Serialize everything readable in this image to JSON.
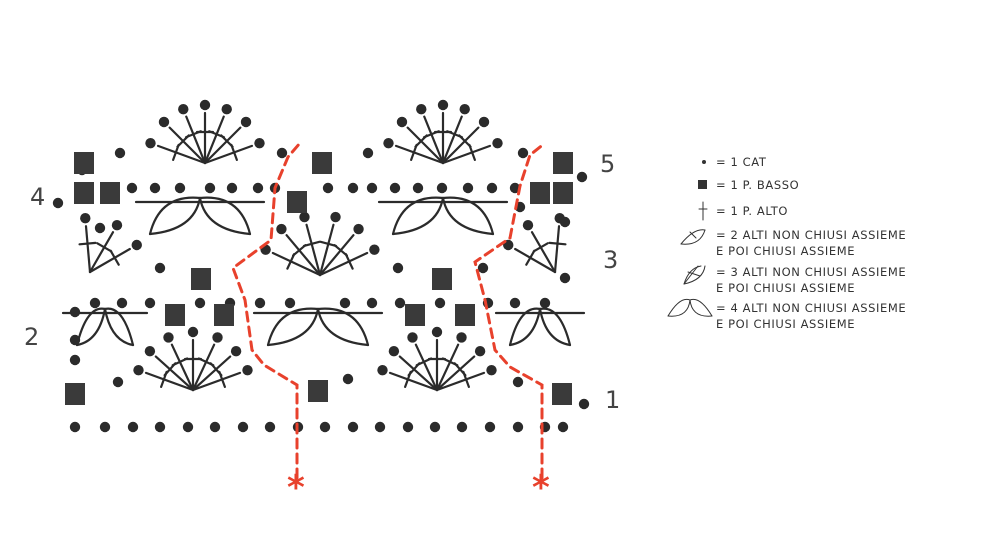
{
  "row_labels": {
    "r1": "1",
    "r2": "2",
    "r3": "3",
    "r4": "4",
    "r5": "5"
  },
  "start_marker": "*",
  "legend": {
    "cat": "= 1 CAT",
    "basso": "= 1 P. BASSO",
    "alto": "= 1 P. ALTO",
    "two_a": "= 2 ALTI NON CHIUSI ASSIEME",
    "two_b": "E POI CHIUSI ASSIEME",
    "three_a": "= 3 ALTI NON CHIUSI ASSIEME",
    "three_b": "E POI CHIUSI ASSIEME",
    "four_a": "= 4 ALTI NON CHIUSI ASSIEME",
    "four_b": "E POI CHIUSI ASSIEME"
  },
  "colors": {
    "ink": "#2b2b2b",
    "repeat_line": "#e8412c"
  }
}
